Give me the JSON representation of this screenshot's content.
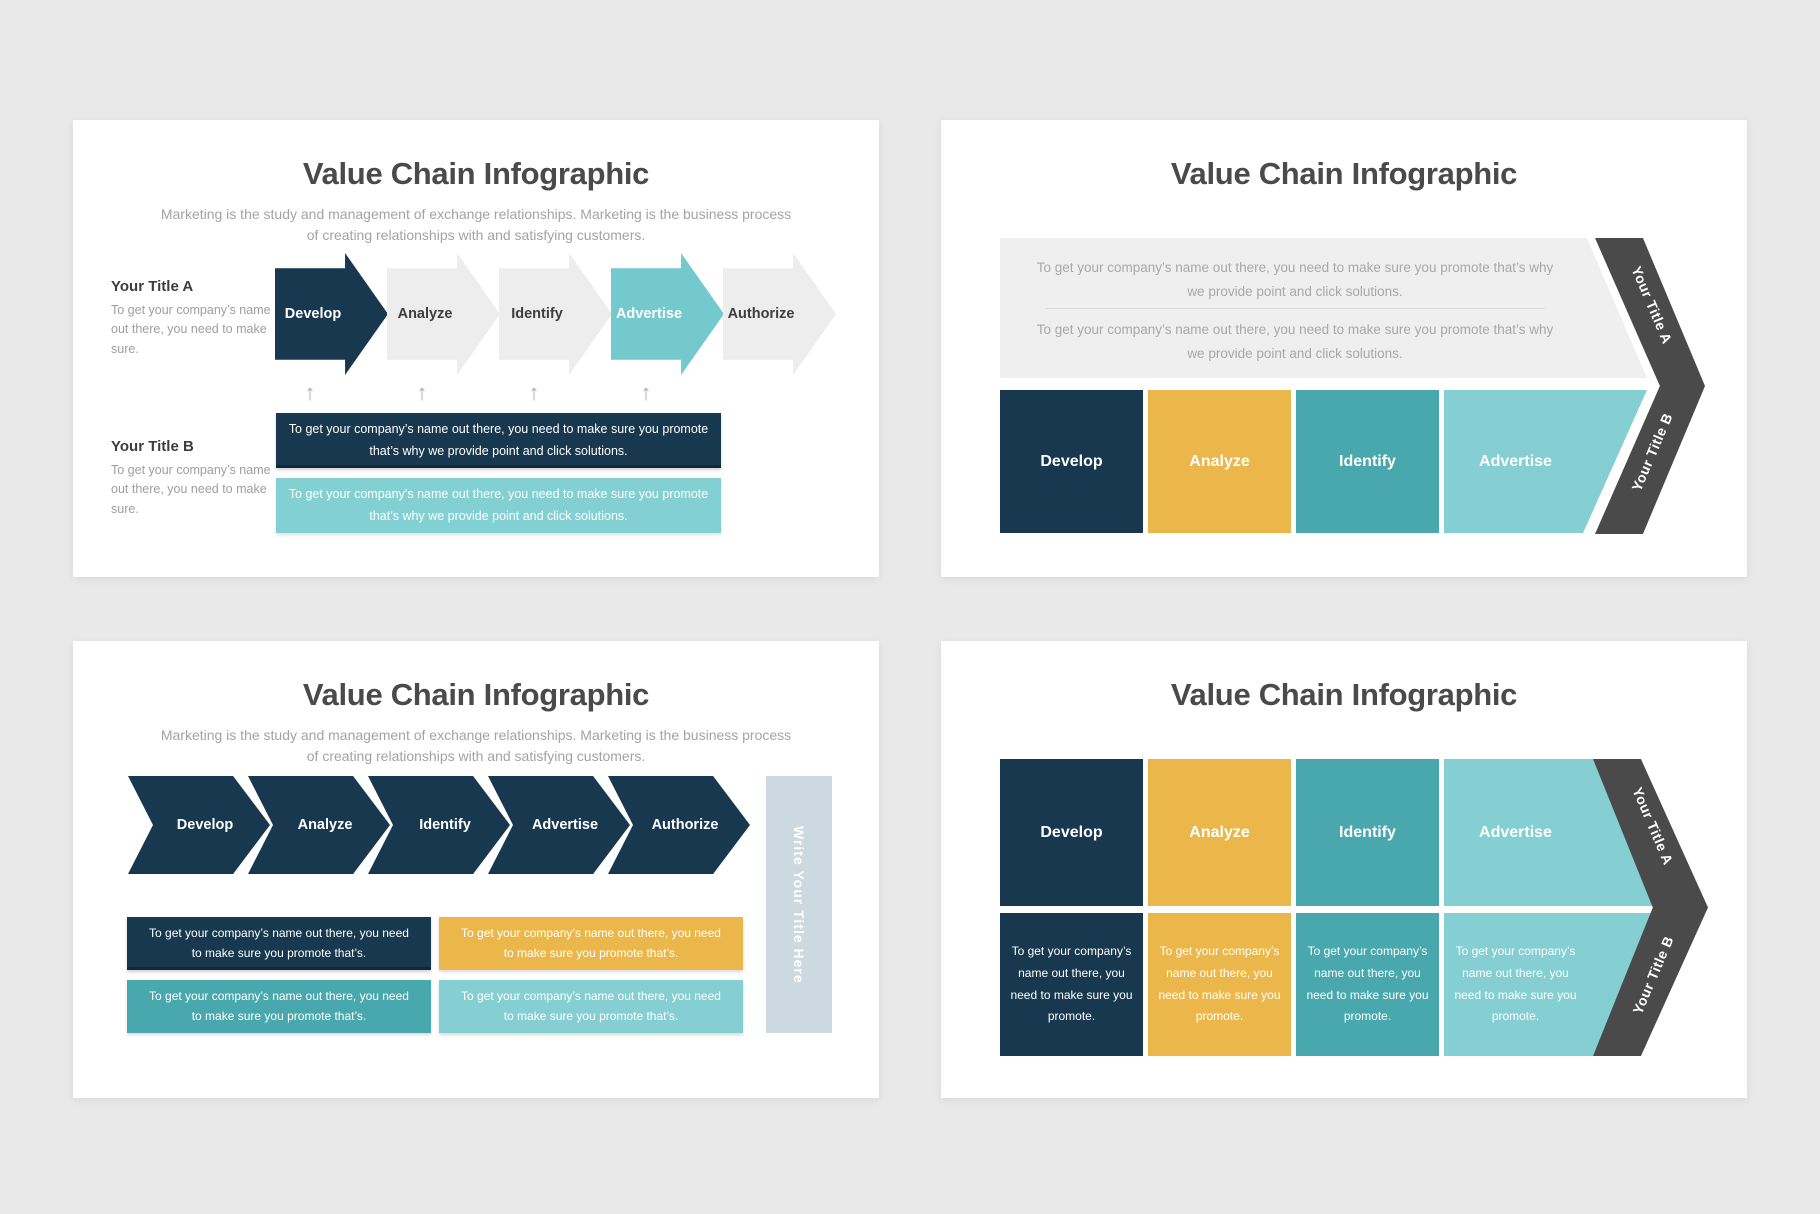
{
  "palette": {
    "page_background": "#e9e9e9",
    "slide_background": "#ffffff",
    "navy": "#17384e",
    "amber": "#ecb74a",
    "teal": "#49a8ad",
    "light_teal": "#85ced2",
    "charcoal_band": "#4a4a4a",
    "gray_arrow": "#ededed",
    "gray_textbox": "#efefef",
    "sidebar_blue_gray": "#ccd9e0",
    "title_text": "#4a4a4a",
    "muted_text": "#a3a3a3"
  },
  "icons": {
    "up_arrow": "↑"
  },
  "slides": {
    "s1": {
      "title": "Value Chain Infographic",
      "subtitle": "Marketing is the study and management of exchange relationships. Marketing is the business process of creating relationships with and satisfying customers.",
      "side_a": {
        "heading": "Your Title A",
        "body": "To get your company’s name out there, you need to make sure."
      },
      "side_b": {
        "heading": "Your Title B",
        "body": "To get your company’s name out there, you need to make sure."
      },
      "arrows": [
        "Develop",
        "Analyze",
        "Identify",
        "Advertise",
        "Authorize"
      ],
      "bars": [
        {
          "text": "To get your company’s name out there, you need to make sure you promote that’s why we provide point and click solutions."
        },
        {
          "text": "To get your company’s name out there, you need to make sure you promote that’s why we provide point and click solutions."
        }
      ]
    },
    "s2": {
      "title": "Value Chain Infographic",
      "gray_box": {
        "paragraph1": "To get your company’s name out there, you need to make sure you promote that’s why we provide point and click solutions.",
        "paragraph2": "To get your company’s name out there, you need to make sure you promote that’s why we provide point and click solutions."
      },
      "blocks": [
        "Develop",
        "Analyze",
        "Identify",
        "Advertise"
      ],
      "banner": {
        "top": "Your Title A",
        "bottom": "Your Title B"
      }
    },
    "s3": {
      "title": "Value Chain Infographic",
      "subtitle": "Marketing is the study and management of exchange relationships. Marketing is the business process of creating relationships with and satisfying customers.",
      "chevrons": [
        "Develop",
        "Analyze",
        "Identify",
        "Advertise",
        "Authorize"
      ],
      "boxes": [
        {
          "text": "To get your company’s name out there, you need to make sure you promote that’s."
        },
        {
          "text": "To get your company’s name out there, you need to make sure you promote that’s."
        },
        {
          "text": "To get your company’s name out there, you need to make sure you promote that’s."
        },
        {
          "text": "To get your company’s name out there, you need to make sure you promote that’s."
        }
      ],
      "sidebar_label": "Write Your Title Here"
    },
    "s4": {
      "title": "Value Chain Infographic",
      "columns": [
        {
          "label": "Develop",
          "text": "To get your company’s name out there, you need to make sure you promote."
        },
        {
          "label": "Analyze",
          "text": "To get your company’s name out there, you need to make sure you promote."
        },
        {
          "label": "Identify",
          "text": "To get your company’s name out there, you need to make sure you promote."
        },
        {
          "label": "Advertise",
          "text": "To get your company’s name out there, you need to make sure you promote."
        }
      ],
      "banner": {
        "top": "Your Title A",
        "bottom": "Your Title B"
      }
    }
  }
}
